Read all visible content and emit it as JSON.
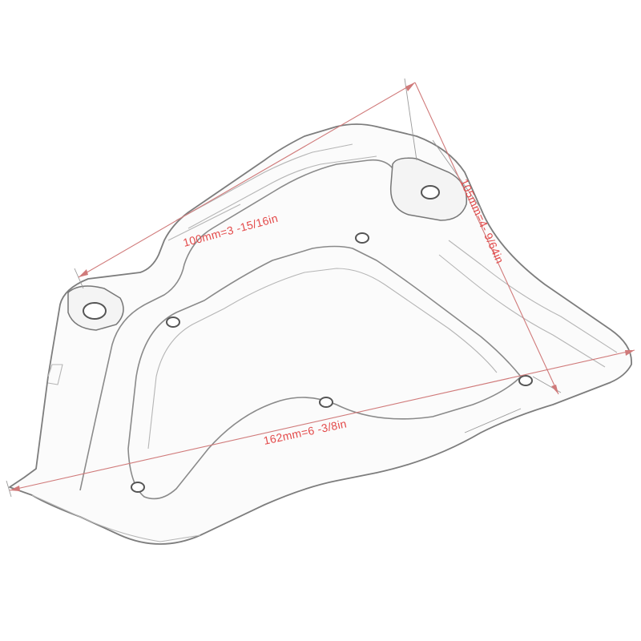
{
  "colors": {
    "dimension_line": "#d07a7a",
    "dimension_text": "#e34a4a",
    "part_outline": "#7d7d7d"
  },
  "dimensions": {
    "width_top": "100mm=3 -15/16in",
    "height_right": "105mm=4- 9/64in",
    "width_bottom": "162mm=6 -3/8in"
  }
}
